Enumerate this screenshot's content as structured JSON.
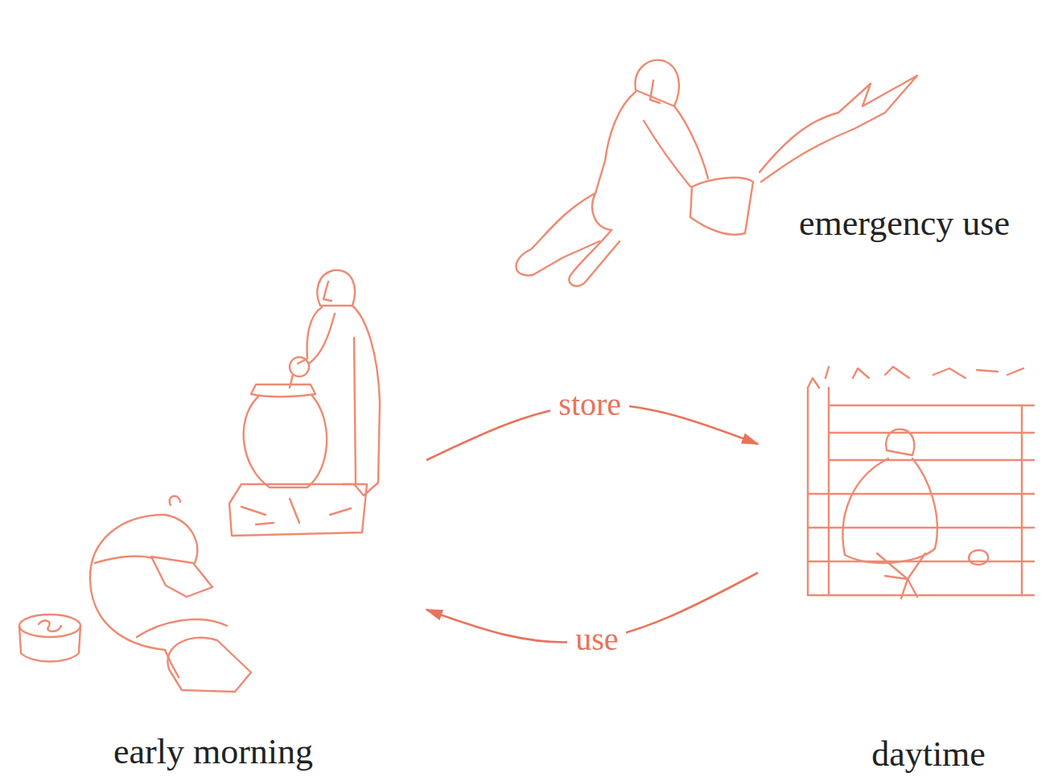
{
  "diagram": {
    "nodes": [
      {
        "text": [
          "early morning"
        ]
      },
      {
        "text": [
          "daytime"
        ]
      },
      {
        "text": [
          "emergency use"
        ]
      }
    ],
    "edges": [
      {
        "from": 0,
        "to": 1,
        "label": "store",
        "arrow": "to"
      },
      {
        "from": 1,
        "to": 0,
        "label": "use",
        "arrow": "to"
      }
    ]
  }
}
